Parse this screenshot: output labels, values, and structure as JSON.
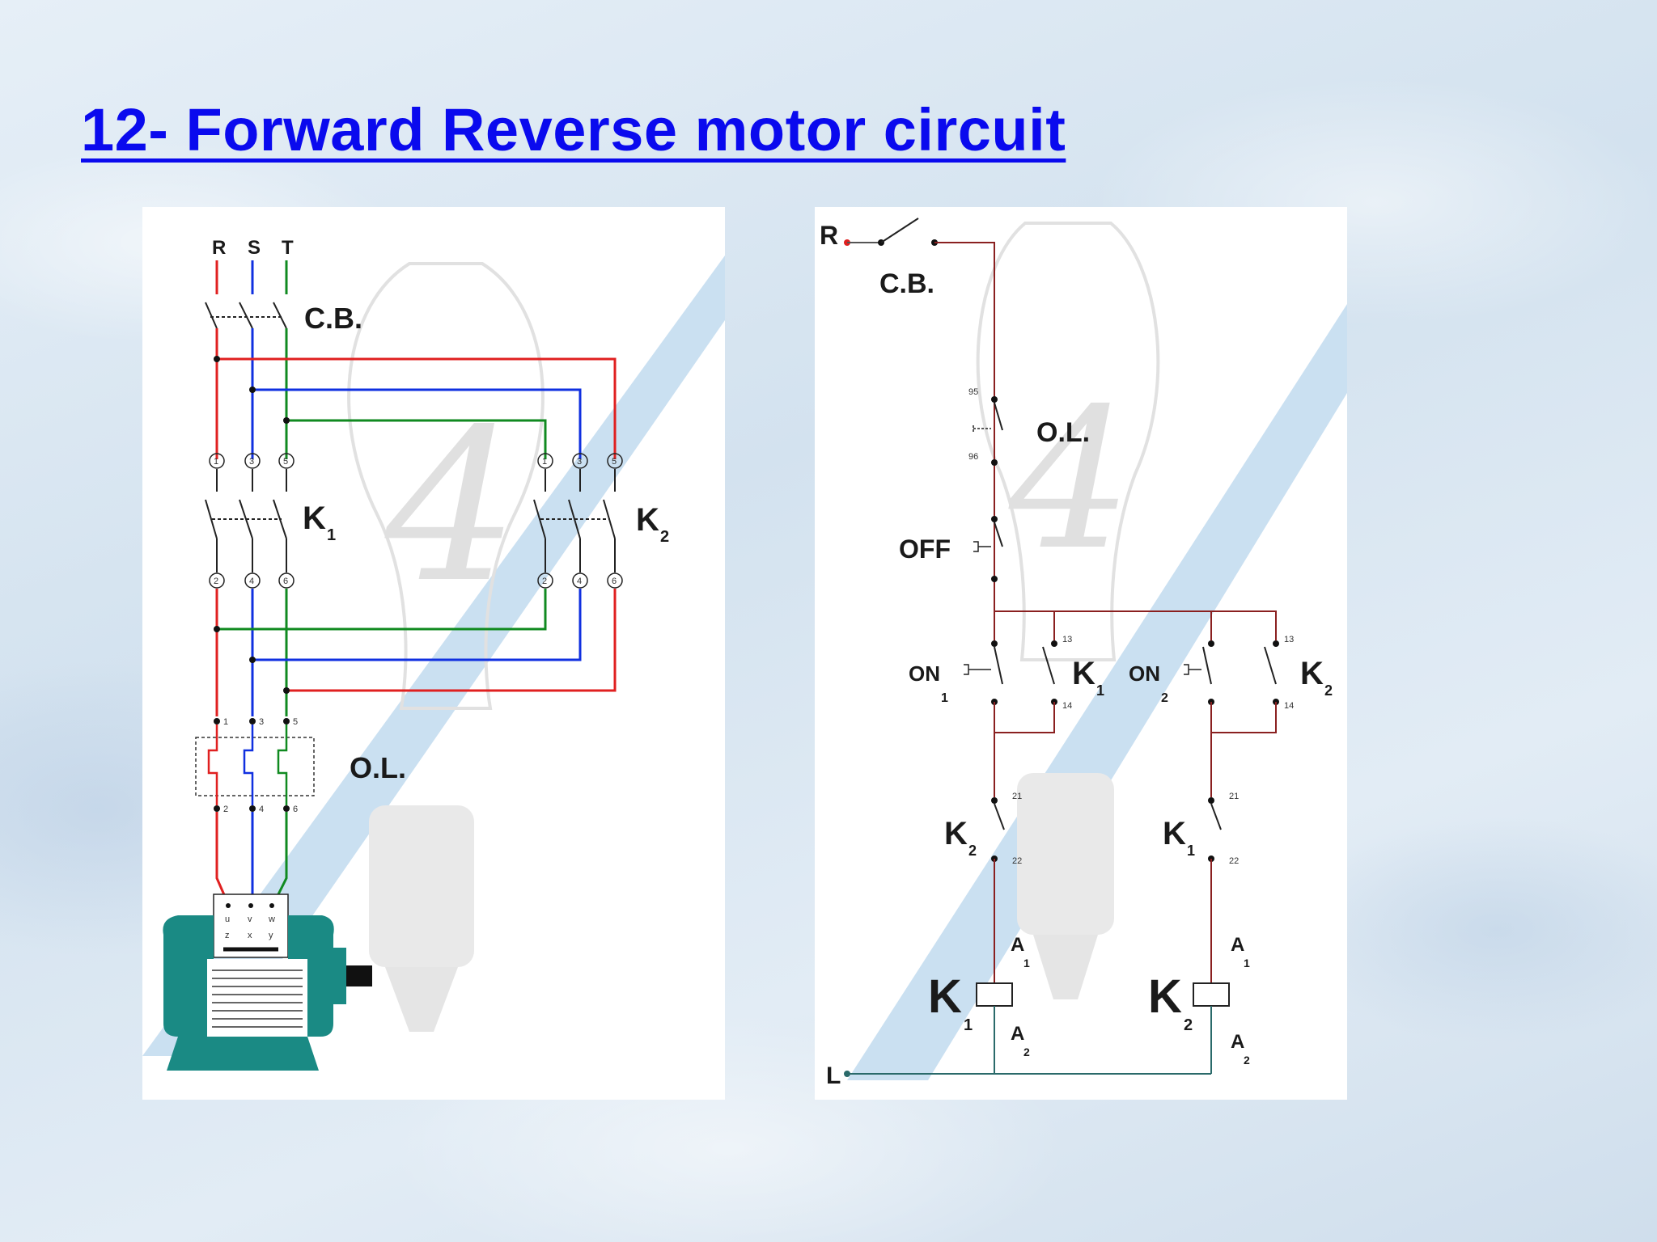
{
  "slide": {
    "title": "12- Forward Reverse motor circuit"
  },
  "power_circuit": {
    "phases": [
      "R",
      "S",
      "T"
    ],
    "breaker_label": "C.B.",
    "contactor_1_label": "K",
    "contactor_1_sub": "1",
    "contactor_2_label": "K",
    "contactor_2_sub": "2",
    "overload_label": "O.L.",
    "contact_numbers_top": [
      "1",
      "3",
      "5"
    ],
    "contact_numbers_bottom": [
      "2",
      "4",
      "6"
    ],
    "motor_terminals_top": [
      "u",
      "v",
      "w"
    ],
    "motor_terminals_bottom": [
      "z",
      "x",
      "y"
    ],
    "colors": {
      "R": "#e02020",
      "S": "#1030e0",
      "T": "#108a20",
      "motor": "#1a8a84"
    }
  },
  "control_circuit": {
    "line_label": "R",
    "neutral_label": "L",
    "breaker_label": "C.B.",
    "overload_label": "O.L.",
    "overload_terminals": [
      "95",
      "96"
    ],
    "off_label": "OFF",
    "on1_label": "ON",
    "on1_sub": "1",
    "on2_label": "ON",
    "on2_sub": "2",
    "k1_label": "K",
    "k1_sub": "1",
    "k2_label": "K",
    "k2_sub": "2",
    "aux_no_terminals": [
      "13",
      "14"
    ],
    "aux_nc_terminals": [
      "21",
      "22"
    ],
    "coil_terminals": [
      "A",
      "1",
      "A",
      "2"
    ]
  }
}
